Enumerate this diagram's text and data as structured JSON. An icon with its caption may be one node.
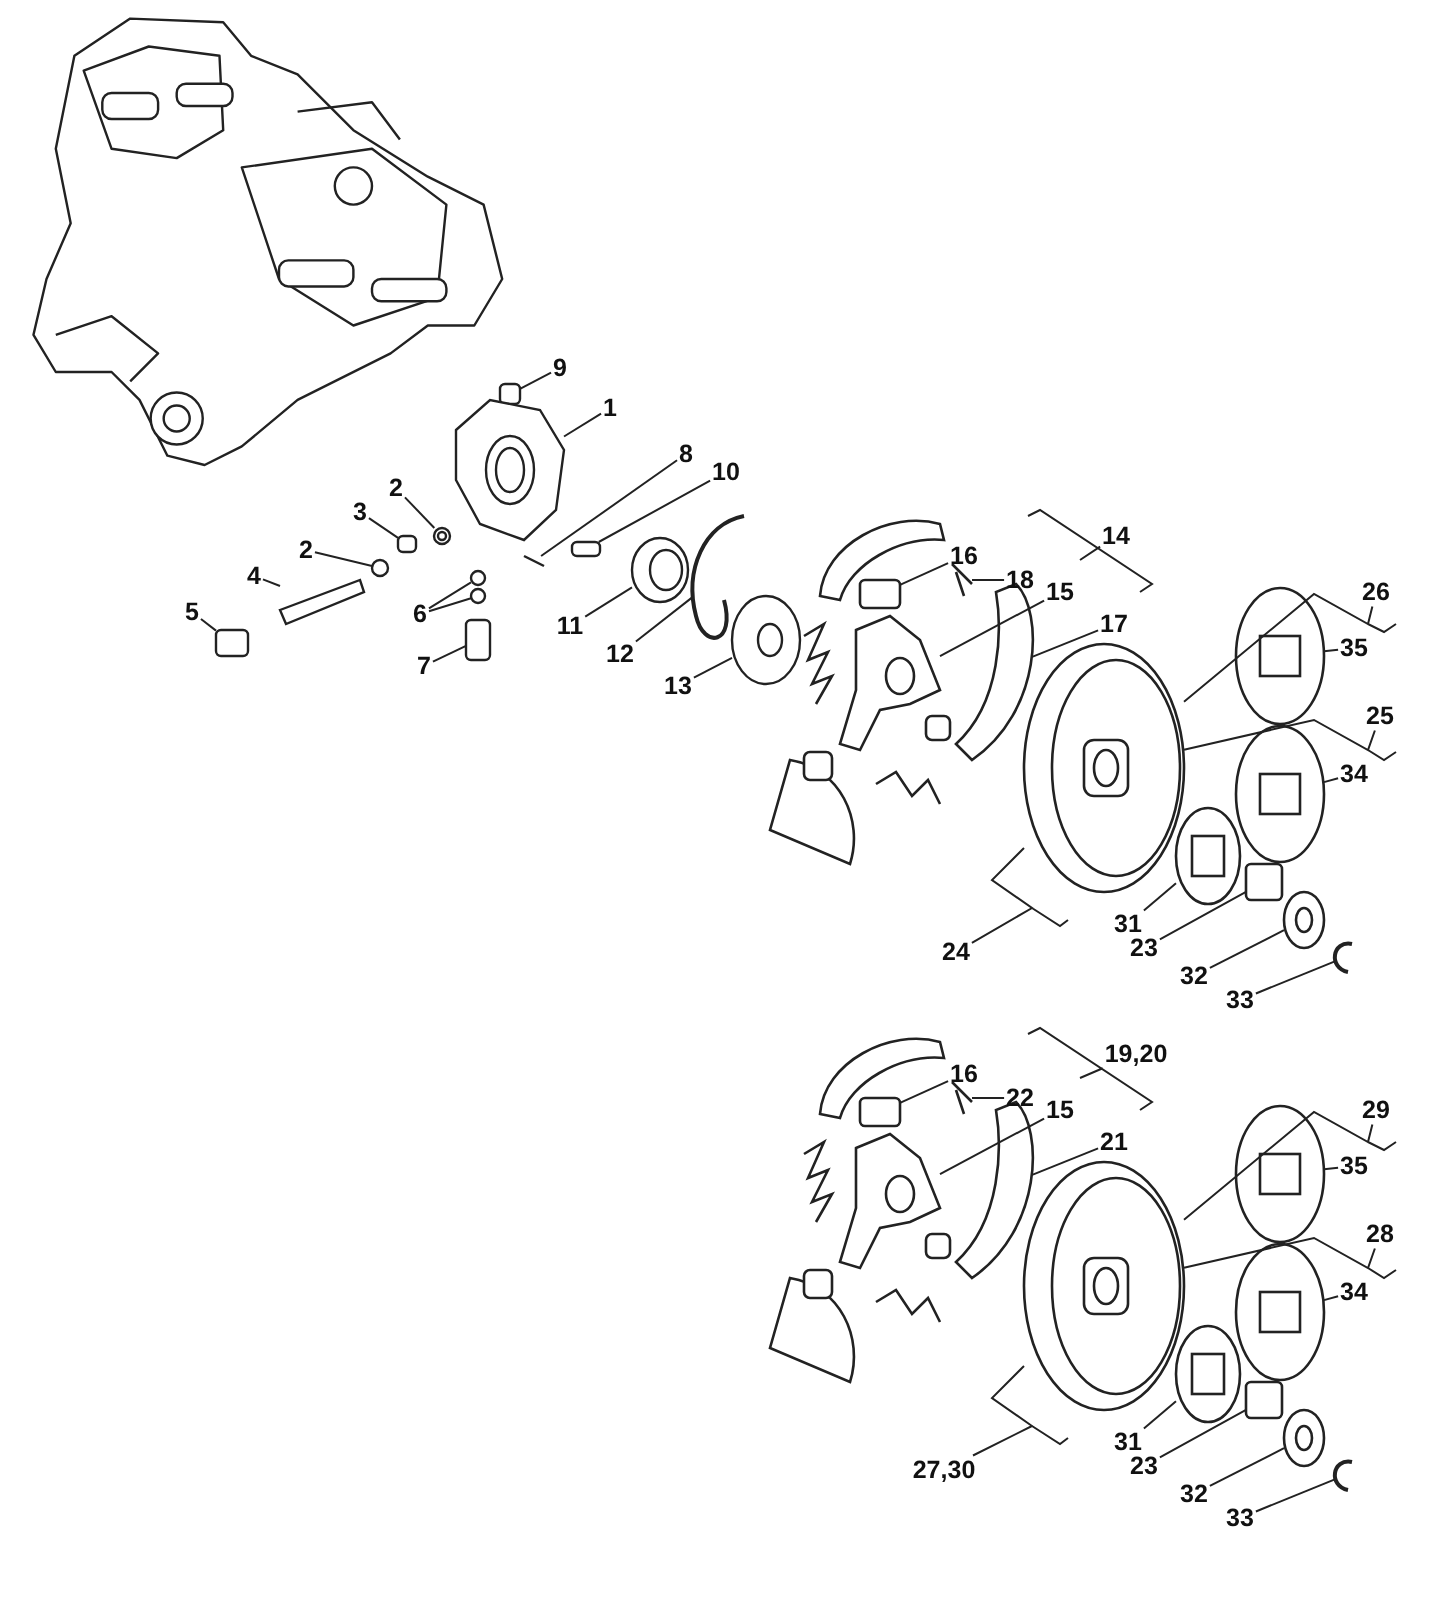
{
  "diagram": {
    "nodes": [
      {
        "text": [
          "9"
        ]
      },
      {
        "text": [
          "1"
        ]
      },
      {
        "text": [
          "8"
        ]
      },
      {
        "text": [
          "10"
        ]
      },
      {
        "text": [
          "2"
        ]
      },
      {
        "text": [
          "3"
        ]
      },
      {
        "text": [
          "2"
        ]
      },
      {
        "text": [
          "16"
        ]
      },
      {
        "text": [
          "14"
        ]
      },
      {
        "text": [
          "18"
        ]
      },
      {
        "text": [
          "4"
        ]
      },
      {
        "text": [
          "15"
        ]
      },
      {
        "text": [
          "26"
        ]
      },
      {
        "text": [
          "5"
        ]
      },
      {
        "text": [
          "6"
        ]
      },
      {
        "text": [
          "17"
        ]
      },
      {
        "text": [
          "11"
        ]
      },
      {
        "text": [
          "35"
        ]
      },
      {
        "text": [
          "12"
        ]
      },
      {
        "text": [
          "7"
        ]
      },
      {
        "text": [
          "13"
        ]
      },
      {
        "text": [
          "25"
        ]
      },
      {
        "text": [
          "34"
        ]
      },
      {
        "text": [
          "31"
        ]
      },
      {
        "text": [
          "24"
        ]
      },
      {
        "text": [
          "23"
        ]
      },
      {
        "text": [
          "32"
        ]
      },
      {
        "text": [
          "33"
        ]
      },
      {
        "text": [
          "16"
        ]
      },
      {
        "text": [
          "19,20"
        ]
      },
      {
        "text": [
          "22"
        ]
      },
      {
        "text": [
          "15"
        ]
      },
      {
        "text": [
          "29"
        ]
      },
      {
        "text": [
          "21"
        ]
      },
      {
        "text": [
          "35"
        ]
      },
      {
        "text": [
          "28"
        ]
      },
      {
        "text": [
          "34"
        ]
      },
      {
        "text": [
          "31"
        ]
      },
      {
        "text": [
          "27,30"
        ]
      },
      {
        "text": [
          "23"
        ]
      },
      {
        "text": [
          "32"
        ]
      },
      {
        "text": [
          "33"
        ]
      },
      {
        "text": [],
        "shape": "box"
      },
      {
        "text": [],
        "shape": "picture"
      },
      {
        "text": [],
        "shape": "picture"
      },
      {
        "text": [],
        "shape": "box"
      },
      {
        "text": [],
        "shape": "picture"
      },
      {
        "text": [],
        "shape": "box"
      },
      {
        "text": [],
        "shape": "circle"
      },
      {
        "text": [],
        "shape": "picture"
      },
      {
        "text": [],
        "shape": "box"
      },
      {
        "text": [],
        "shape": "circle"
      },
      {
        "text": [],
        "shape": "circle"
      },
      {
        "text": [],
        "shape": "box"
      },
      {
        "text": [],
        "shape": "picture"
      },
      {
        "text": [],
        "shape": "picture"
      },
      {
        "text": [],
        "shape": "picture"
      },
      {
        "text": [],
        "shape": "box"
      },
      {
        "text": [],
        "shape": "picture"
      },
      {
        "text": [],
        "shape": "picture"
      },
      {
        "text": [],
        "shape": "picture"
      },
      {
        "text": [],
        "shape": "picture"
      },
      {
        "text": [],
        "shape": "picture"
      },
      {
        "text": [],
        "shape": "picture"
      },
      {
        "text": [],
        "shape": "picture"
      },
      {
        "text": [],
        "shape": "box"
      },
      {
        "text": [],
        "shape": "picture"
      },
      {
        "text": [],
        "shape": "picture"
      },
      {
        "text": [],
        "shape": "box"
      },
      {
        "text": [],
        "shape": "picture"
      },
      {
        "text": [],
        "shape": "picture"
      },
      {
        "text": [],
        "shape": "picture"
      },
      {
        "text": [],
        "shape": "picture"
      },
      {
        "text": [],
        "shape": "picture"
      },
      {
        "text": [],
        "shape": "picture"
      },
      {
        "text": [],
        "shape": "picture"
      },
      {
        "text": [],
        "shape": "box"
      },
      {
        "text": [],
        "shape": "picture"
      },
      {
        "text": [],
        "shape": "picture"
      }
    ],
    "edges": [
      {
        "from": 0,
        "to": 42,
        "arrow": "none"
      },
      {
        "from": 1,
        "to": 43,
        "arrow": "none"
      },
      {
        "from": 2,
        "to": 44,
        "arrow": "none"
      },
      {
        "from": 3,
        "to": 45,
        "arrow": "none"
      },
      {
        "from": 4,
        "to": 46,
        "arrow": "none"
      },
      {
        "from": 5,
        "to": 47,
        "arrow": "none"
      },
      {
        "from": 6,
        "to": 48,
        "arrow": "none"
      },
      {
        "from": 7,
        "to": 57,
        "arrow": "none"
      },
      {
        "from": 8,
        "to": null,
        "arrow": "none"
      },
      {
        "from": 9,
        "to": 58,
        "arrow": "none"
      },
      {
        "from": 10,
        "to": 49,
        "arrow": "none"
      },
      {
        "from": 11,
        "to": 59,
        "arrow": "none"
      },
      {
        "from": 12,
        "to": 61,
        "arrow": "none"
      },
      {
        "from": 13,
        "to": 50,
        "arrow": "none"
      },
      {
        "from": 14,
        "to": 51,
        "arrow": "none"
      },
      {
        "from": 14,
        "to": 52,
        "arrow": "none"
      },
      {
        "from": 15,
        "to": 60,
        "arrow": "none"
      },
      {
        "from": 16,
        "to": 54,
        "arrow": "none"
      },
      {
        "from": 17,
        "to": 62,
        "arrow": "none"
      },
      {
        "from": 18,
        "to": 55,
        "arrow": "none"
      },
      {
        "from": 19,
        "to": 53,
        "arrow": "none"
      },
      {
        "from": 20,
        "to": 56,
        "arrow": "none"
      },
      {
        "from": 21,
        "to": 61,
        "arrow": "none"
      },
      {
        "from": 22,
        "to": 63,
        "arrow": "none"
      },
      {
        "from": 23,
        "to": 64,
        "arrow": "none"
      },
      {
        "from": 24,
        "to": 61,
        "arrow": "none"
      },
      {
        "from": 25,
        "to": 65,
        "arrow": "none"
      },
      {
        "from": 26,
        "to": 66,
        "arrow": "none"
      },
      {
        "from": 27,
        "to": 67,
        "arrow": "none"
      },
      {
        "from": 28,
        "to": 68,
        "arrow": "none"
      },
      {
        "from": 29,
        "to": null,
        "arrow": "none"
      },
      {
        "from": 30,
        "to": 69,
        "arrow": "none"
      },
      {
        "from": 31,
        "to": 70,
        "arrow": "none"
      },
      {
        "from": 32,
        "to": 72,
        "arrow": "none"
      },
      {
        "from": 33,
        "to": 71,
        "arrow": "none"
      },
      {
        "from": 34,
        "to": 73,
        "arrow": "none"
      },
      {
        "from": 35,
        "to": 72,
        "arrow": "none"
      },
      {
        "from": 36,
        "to": 74,
        "arrow": "none"
      },
      {
        "from": 37,
        "to": 75,
        "arrow": "none"
      },
      {
        "from": 38,
        "to": 72,
        "arrow": "none"
      },
      {
        "from": 39,
        "to": 76,
        "arrow": "none"
      },
      {
        "from": 40,
        "to": 77,
        "arrow": "none"
      },
      {
        "from": 41,
        "to": 78,
        "arrow": "none"
      }
    ]
  }
}
